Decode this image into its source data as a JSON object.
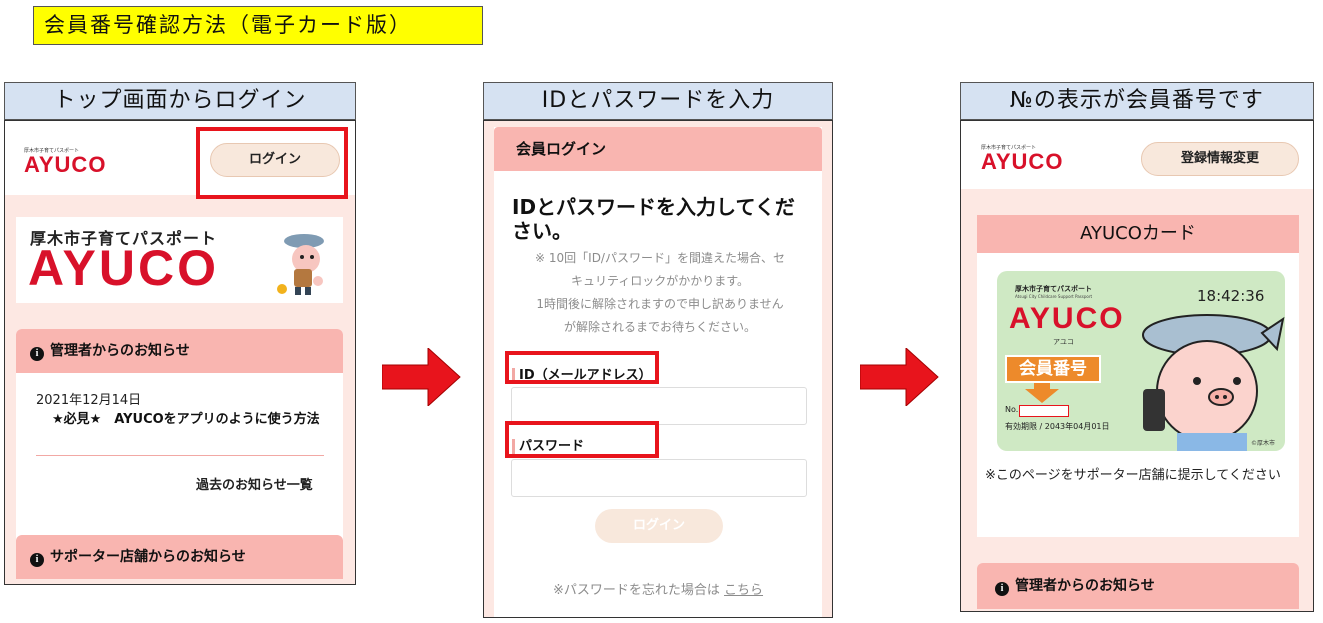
{
  "banner": "会員番号確認方法（電子カード版）",
  "steps": {
    "step1": "トップ画面からログイン",
    "step2": "IDとパスワードを入力",
    "step3": "№の表示が会員番号です"
  },
  "screen1": {
    "logo_small": "厚木市子育てパスポート",
    "logo_big": "AYUCO",
    "login_button": "ログイン",
    "hero_subtitle": "厚木市子育てパスポート",
    "hero_title": "AYUCO",
    "admin_notice_header": "管理者からのお知らせ",
    "news_date": "2021年12月14日",
    "news_title": "★必見★　AYUCOをアプリのように使う方法",
    "past_news_link": "過去のお知らせ一覧",
    "supporter_notice_header": "サポーター店舗からのお知らせ"
  },
  "screen2": {
    "header": "会員ログイン",
    "heading": "IDとパスワードを入力してください。",
    "notice_line1": "※ 10回「ID/パスワード」を間違えた場合、セ",
    "notice_line2": "キュリティロックがかかります。",
    "notice_line3": "1時間後に解除されますので申し訳ありません",
    "notice_line4": "が解除されるまでお待ちください。",
    "id_label": "ID（メールアドレス）",
    "id_value": "",
    "password_label": "パスワード",
    "password_value": "",
    "login_button": "ログイン",
    "forgot_text": "※パスワードを忘れた場合は",
    "forgot_link": "こちら"
  },
  "screen3": {
    "logo_small": "厚木市子育てパスポート",
    "logo_big": "AYUCO",
    "edit_button": "登録情報変更",
    "card_header": "AYUCOカード",
    "card_subtitle": "厚木市子育てパスポート",
    "card_subtitle_en": "Atsugi City Childcare Support Passport",
    "card_time": "18:42:36",
    "card_logo": "AYUCO",
    "card_logo_kana": "アユコ",
    "member_number_label": "会員番号",
    "number_prefix": "No.",
    "number_value": "",
    "expiry": "有効期限 / 2043年04月01日",
    "copyright": "©厚木市",
    "present_note": "※このページをサポーター店舗に提示してください",
    "admin_notice_header": "管理者からのお知らせ"
  },
  "colors": {
    "brand_red": "#d8112a",
    "highlight_red": "#e8141c",
    "banner_yellow": "#ffff00",
    "step_blue": "#d6e2f2",
    "pink_header": "#f9b5b0",
    "page_pink": "#fde8e3",
    "card_green": "#cfe9c4",
    "badge_orange": "#ed8a2b"
  }
}
